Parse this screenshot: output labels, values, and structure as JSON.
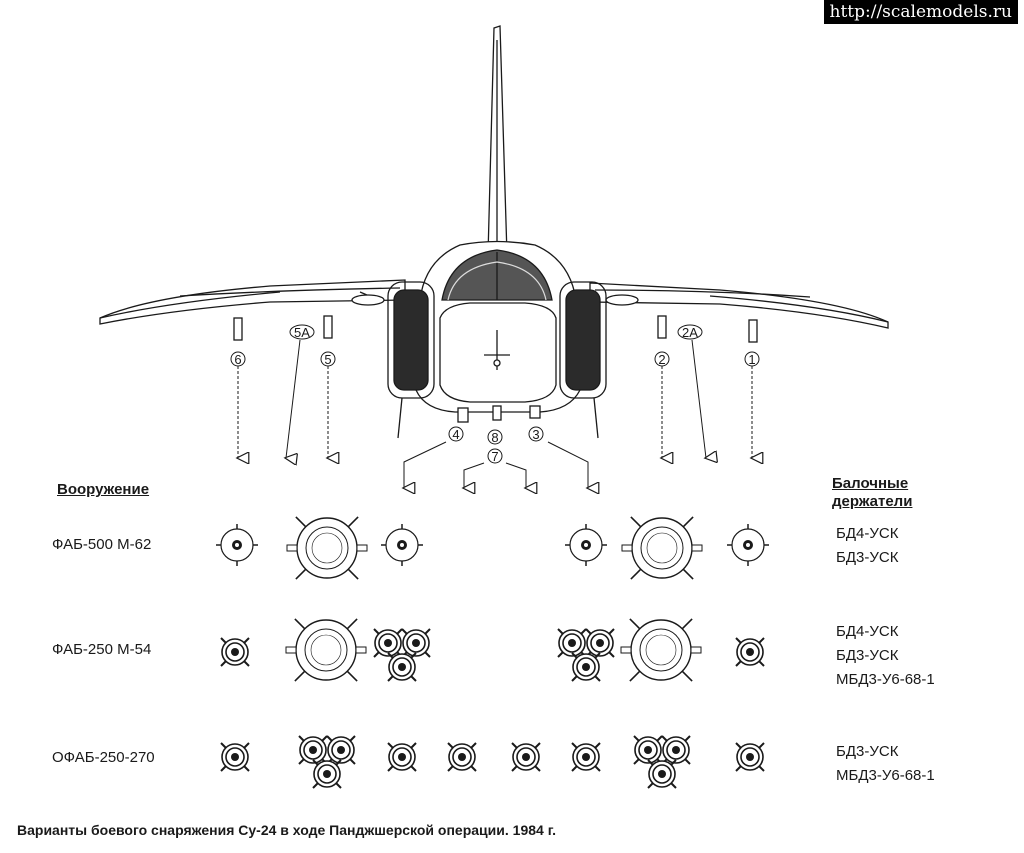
{
  "watermark": "http://scalemodels.ru",
  "headers": {
    "weapons": "Вооружение",
    "racks_line1": "Балочные",
    "racks_line2": "держатели"
  },
  "stations": {
    "s1": "1",
    "s2": "2",
    "s2a": "2А",
    "s3": "3",
    "s4": "4",
    "s5": "5",
    "s5a": "5А",
    "s6": "6",
    "s7": "7",
    "s8": "8"
  },
  "loadouts": [
    {
      "label": "ФАБ-500 М-62",
      "racks": [
        "БД4-УСК",
        "БД3-УСК"
      ]
    },
    {
      "label": "ФАБ-250 М-54",
      "racks": [
        "БД4-УСК",
        "БД3-УСК",
        "МБД3-У6-68-1"
      ]
    },
    {
      "label": "ОФАБ-250-270",
      "racks": [
        "БД3-УСК",
        "МБД3-У6-68-1"
      ]
    }
  ],
  "caption": "Варианты боевого снаряжения Су-24 в ходе Панджшерской операции. 1984 г.",
  "colors": {
    "ink": "#1a1a1a",
    "canopy": "#555555",
    "intake": "#2b2b2b",
    "paper": "#ffffff"
  }
}
